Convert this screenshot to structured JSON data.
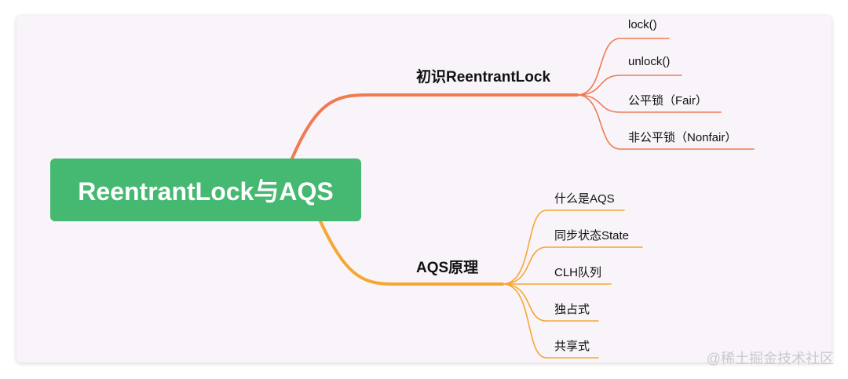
{
  "root": {
    "label": "ReentrantLock与AQS"
  },
  "branches": [
    {
      "label": "初识ReentrantLock",
      "color": "#f07a52",
      "children": [
        "lock()",
        "unlock()",
        "公平锁（Fair）",
        "非公平锁（Nonfair）"
      ]
    },
    {
      "label": "AQS原理",
      "color": "#f5a732",
      "children": [
        "什么是AQS",
        "同步状态State",
        "CLH队列",
        "独占式",
        "共享式"
      ]
    }
  ],
  "watermark": "@稀土掘金技术社区"
}
